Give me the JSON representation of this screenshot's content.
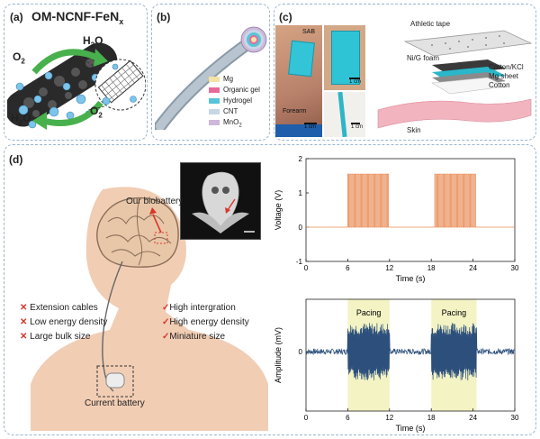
{
  "panel_a": {
    "label": "(a)",
    "title": "OM-NCNF-FeN",
    "title_sub": "x",
    "o2_top": "O",
    "o2_top_sub": "2",
    "h2o_top": "H",
    "h2o_top_sub": "2",
    "h2o_top_end": "O",
    "h2o_bottom": "H",
    "h2o_bottom_sub": "2",
    "h2o_bottom_end": "O",
    "o2_right": "O",
    "o2_right_sub": "2"
  },
  "panel_b": {
    "label": "(b)",
    "legend": [
      {
        "name": "Mg",
        "color": "#f3e3a6"
      },
      {
        "name": "Organic gel",
        "color": "#e86a9a"
      },
      {
        "name": "Hydrogel",
        "color": "#58c4d8"
      },
      {
        "name": "CNT",
        "color": "#c7d7e6"
      },
      {
        "name": "MnO",
        "sub": "2",
        "color": "#cfb8db"
      }
    ]
  },
  "panel_c": {
    "label": "(c)",
    "sab": "SAB",
    "forearm": "Forearm",
    "scale1": "1 cm",
    "scale2": "1 cm",
    "scale3": "1 cm",
    "layers": [
      "Athletic tape",
      "Ni/G foam",
      "Cotton/KCl",
      "Mg sheet",
      "Cotton",
      "Skin"
    ]
  },
  "panel_d": {
    "label": "(d)",
    "our_biobattery": "Our biobattery",
    "current_battery": "Current battery",
    "cons": [
      "Extension cables",
      "Low energy density",
      "Large bulk size"
    ],
    "pros": [
      "High intergration",
      "High energy density",
      "Miniature size"
    ],
    "cross_color": "#d9352c",
    "check_color": "#d9352c"
  },
  "chart_data": [
    {
      "type": "line",
      "title": "",
      "xlabel": "Time (s)",
      "ylabel": "Voltage (V)",
      "xlim": [
        0,
        30
      ],
      "ylim": [
        -1,
        2
      ],
      "xticks": [
        0,
        6,
        12,
        18,
        24,
        30
      ],
      "yticks": [
        -1,
        0,
        1,
        2
      ],
      "series": [
        {
          "color": "#e8874f",
          "segments": [
            {
              "x": [
                0,
                6
              ],
              "y": [
                0,
                0
              ]
            },
            {
              "pulses": {
                "start": 6,
                "end": 12,
                "count": 20,
                "low": 0,
                "high": 1.55
              }
            },
            {
              "x": [
                12,
                18.5
              ],
              "y": [
                0,
                0
              ]
            },
            {
              "pulses": {
                "start": 18.5,
                "end": 24.5,
                "count": 20,
                "low": 0,
                "high": 1.55
              }
            },
            {
              "x": [
                24.5,
                30
              ],
              "y": [
                0,
                0
              ]
            }
          ]
        }
      ],
      "grid": false
    },
    {
      "type": "line",
      "title": "",
      "xlabel": "Time (s)",
      "ylabel": "Amplitude (mV)",
      "xlim": [
        0,
        30
      ],
      "xticks": [
        0,
        6,
        12,
        18,
        24,
        30
      ],
      "yticks_labels": [
        "0"
      ],
      "annotations": [
        {
          "text": "Pacing",
          "x0": 6,
          "x1": 12,
          "color": "#f3f3c4"
        },
        {
          "text": "Pacing",
          "x0": 18,
          "x1": 24.5,
          "color": "#f3f3c4"
        }
      ],
      "series": [
        {
          "color": "#2c4f7c",
          "baseline_noise": 0.08,
          "pacing_amplitude": 0.8,
          "pacing_periods": [
            [
              6,
              12
            ],
            [
              18,
              24.5
            ]
          ]
        }
      ],
      "grid": false
    }
  ]
}
